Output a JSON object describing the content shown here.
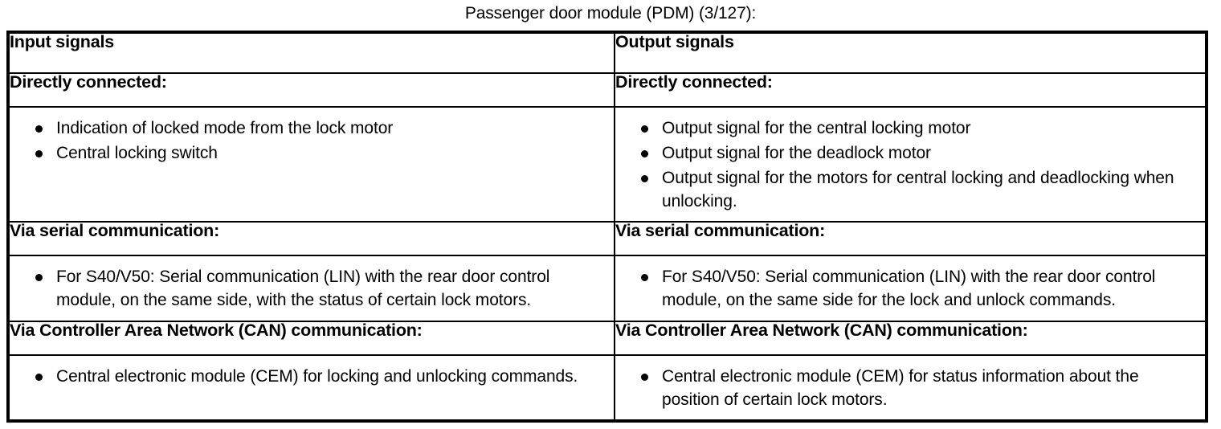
{
  "caption": "Passenger door module (PDM) (3/127):",
  "table": {
    "columns": [
      {
        "header": "Input signals"
      },
      {
        "header": "Output signals"
      }
    ],
    "sections": [
      {
        "subheader_left": "Directly connected:",
        "subheader_right": "Directly connected:",
        "items_left": [
          "Indication of locked mode from the lock motor",
          "Central locking switch"
        ],
        "items_right": [
          "Output signal for the central locking motor",
          "Output signal for the deadlock motor",
          "Output signal for the motors for central locking and deadlocking when unlocking."
        ]
      },
      {
        "subheader_left": "Via serial communication:",
        "subheader_right": "Via serial communication:",
        "items_left": [
          "For S40/V50: Serial communication (LIN) with the rear door control module, on the same side, with the status of certain lock motors."
        ],
        "items_right": [
          "For S40/V50: Serial communication (LIN) with the rear door control module, on the same side for the lock and unlock commands."
        ]
      },
      {
        "subheader_left": "Via Controller Area Network (CAN) communication:",
        "subheader_right": "Via Controller Area Network (CAN) communication:",
        "items_left": [
          "Central electronic module (CEM) for locking and unlocking commands."
        ],
        "items_right": [
          "Central electronic module (CEM) for status information about the position of certain lock motors."
        ]
      }
    ]
  }
}
